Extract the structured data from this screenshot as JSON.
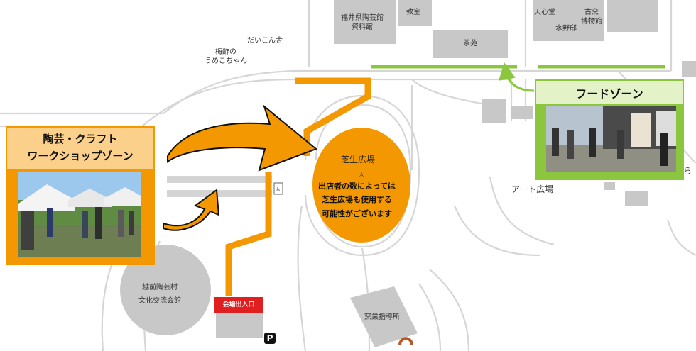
{
  "map": {
    "buildings": {
      "museum": "福井県陶芸館\n資料館",
      "classroom": "教室",
      "daikon": "だいこん舎",
      "umesui": "梅酢の\nうめこちゃん",
      "chaen": "茶苑",
      "tenshindo": "天心堂",
      "mizunotei": "水野邸",
      "kogama": "古窯\n博物館",
      "art_square": "アート広場",
      "culture_hall": "越前陶芸村\n文化交流会館",
      "guidance": "窯業指導所"
    },
    "lawn": {
      "name": "芝生広場",
      "note": "出店者の数によっては\n芝生広場も使用する\n可能性がございます"
    },
    "entrance": "会場出入口",
    "parking": "P",
    "side_char": "ら"
  },
  "zones": {
    "craft": {
      "title": "陶芸・クラフト\nワークショップゾーン"
    },
    "food": {
      "title": "フードゾーン"
    }
  },
  "colors": {
    "orange": "#f39800",
    "green": "#8cc63f",
    "road": "#d9d9d9",
    "building": "#c8c8c8",
    "craft_title_bg": "#fbd08a",
    "food_title_bg": "#e4f3c7"
  }
}
